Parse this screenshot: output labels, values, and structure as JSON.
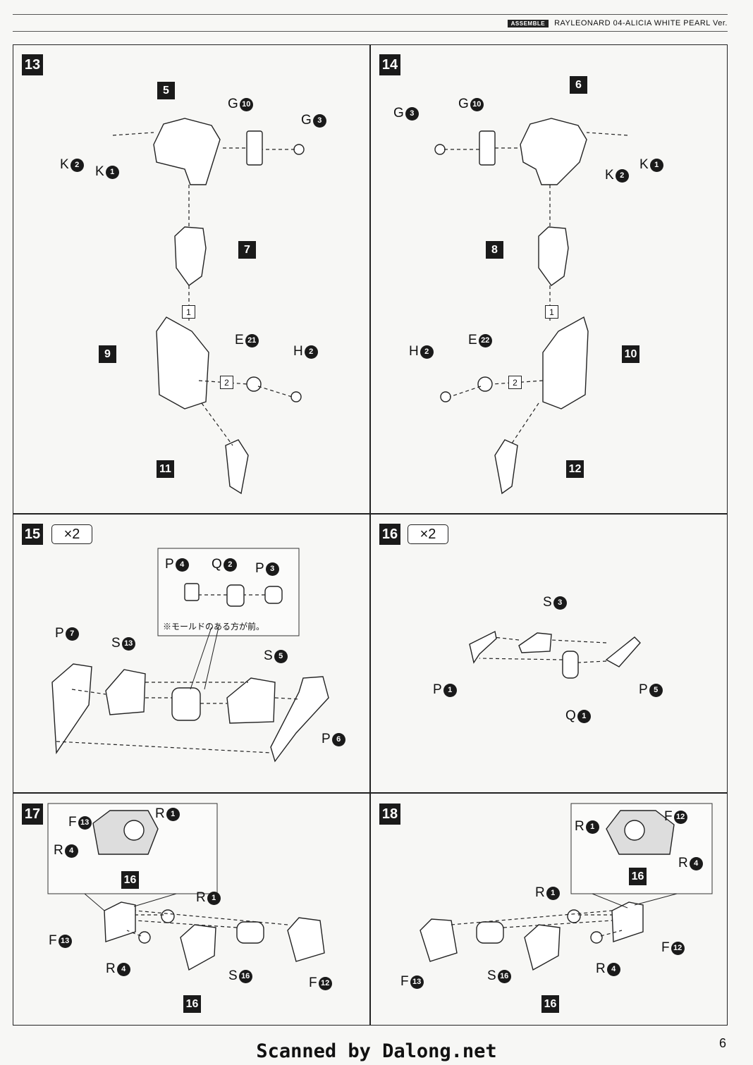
{
  "header": {
    "badge": "ASSEMBLE",
    "title": "RAYLEONARD 04-ALICIA WHITE PEARL Ver."
  },
  "steps": [
    {
      "num": "13",
      "parts": [
        "5",
        "7",
        "9",
        "11"
      ],
      "labels": [
        [
          "G",
          "10"
        ],
        [
          "G",
          "3"
        ],
        [
          "K",
          "2"
        ],
        [
          "K",
          "1"
        ],
        [
          "E",
          "21"
        ],
        [
          "H",
          "2"
        ]
      ],
      "subs": [
        "1",
        "2"
      ]
    },
    {
      "num": "14",
      "parts": [
        "6",
        "8",
        "10",
        "12"
      ],
      "labels": [
        [
          "G",
          "3"
        ],
        [
          "G",
          "10"
        ],
        [
          "K",
          "2"
        ],
        [
          "K",
          "1"
        ],
        [
          "E",
          "22"
        ],
        [
          "H",
          "2"
        ]
      ],
      "subs": [
        "1",
        "2"
      ]
    },
    {
      "num": "15",
      "mult": "×2",
      "labels": [
        [
          "P",
          "4"
        ],
        [
          "Q",
          "2"
        ],
        [
          "P",
          "3"
        ],
        [
          "P",
          "7"
        ],
        [
          "S",
          "13"
        ],
        [
          "S",
          "5"
        ],
        [
          "P",
          "6"
        ]
      ],
      "note": "※モールドのある方が前。"
    },
    {
      "num": "16",
      "mult": "×2",
      "labels": [
        [
          "S",
          "3"
        ],
        [
          "P",
          "1"
        ],
        [
          "P",
          "5"
        ],
        [
          "Q",
          "1"
        ]
      ]
    },
    {
      "num": "17",
      "parts": [
        "16",
        "16"
      ],
      "labels": [
        [
          "F",
          "13"
        ],
        [
          "R",
          "1"
        ],
        [
          "R",
          "4"
        ],
        [
          "R",
          "1"
        ],
        [
          "F",
          "13"
        ],
        [
          "R",
          "4"
        ],
        [
          "S",
          "16"
        ],
        [
          "F",
          "12"
        ]
      ]
    },
    {
      "num": "18",
      "parts": [
        "16",
        "16"
      ],
      "labels": [
        [
          "R",
          "1"
        ],
        [
          "F",
          "12"
        ],
        [
          "R",
          "4"
        ],
        [
          "R",
          "1"
        ],
        [
          "F",
          "12"
        ],
        [
          "R",
          "4"
        ],
        [
          "F",
          "13"
        ],
        [
          "S",
          "16"
        ]
      ]
    }
  ],
  "footer": "Scanned by Dalong.net",
  "page": "6"
}
